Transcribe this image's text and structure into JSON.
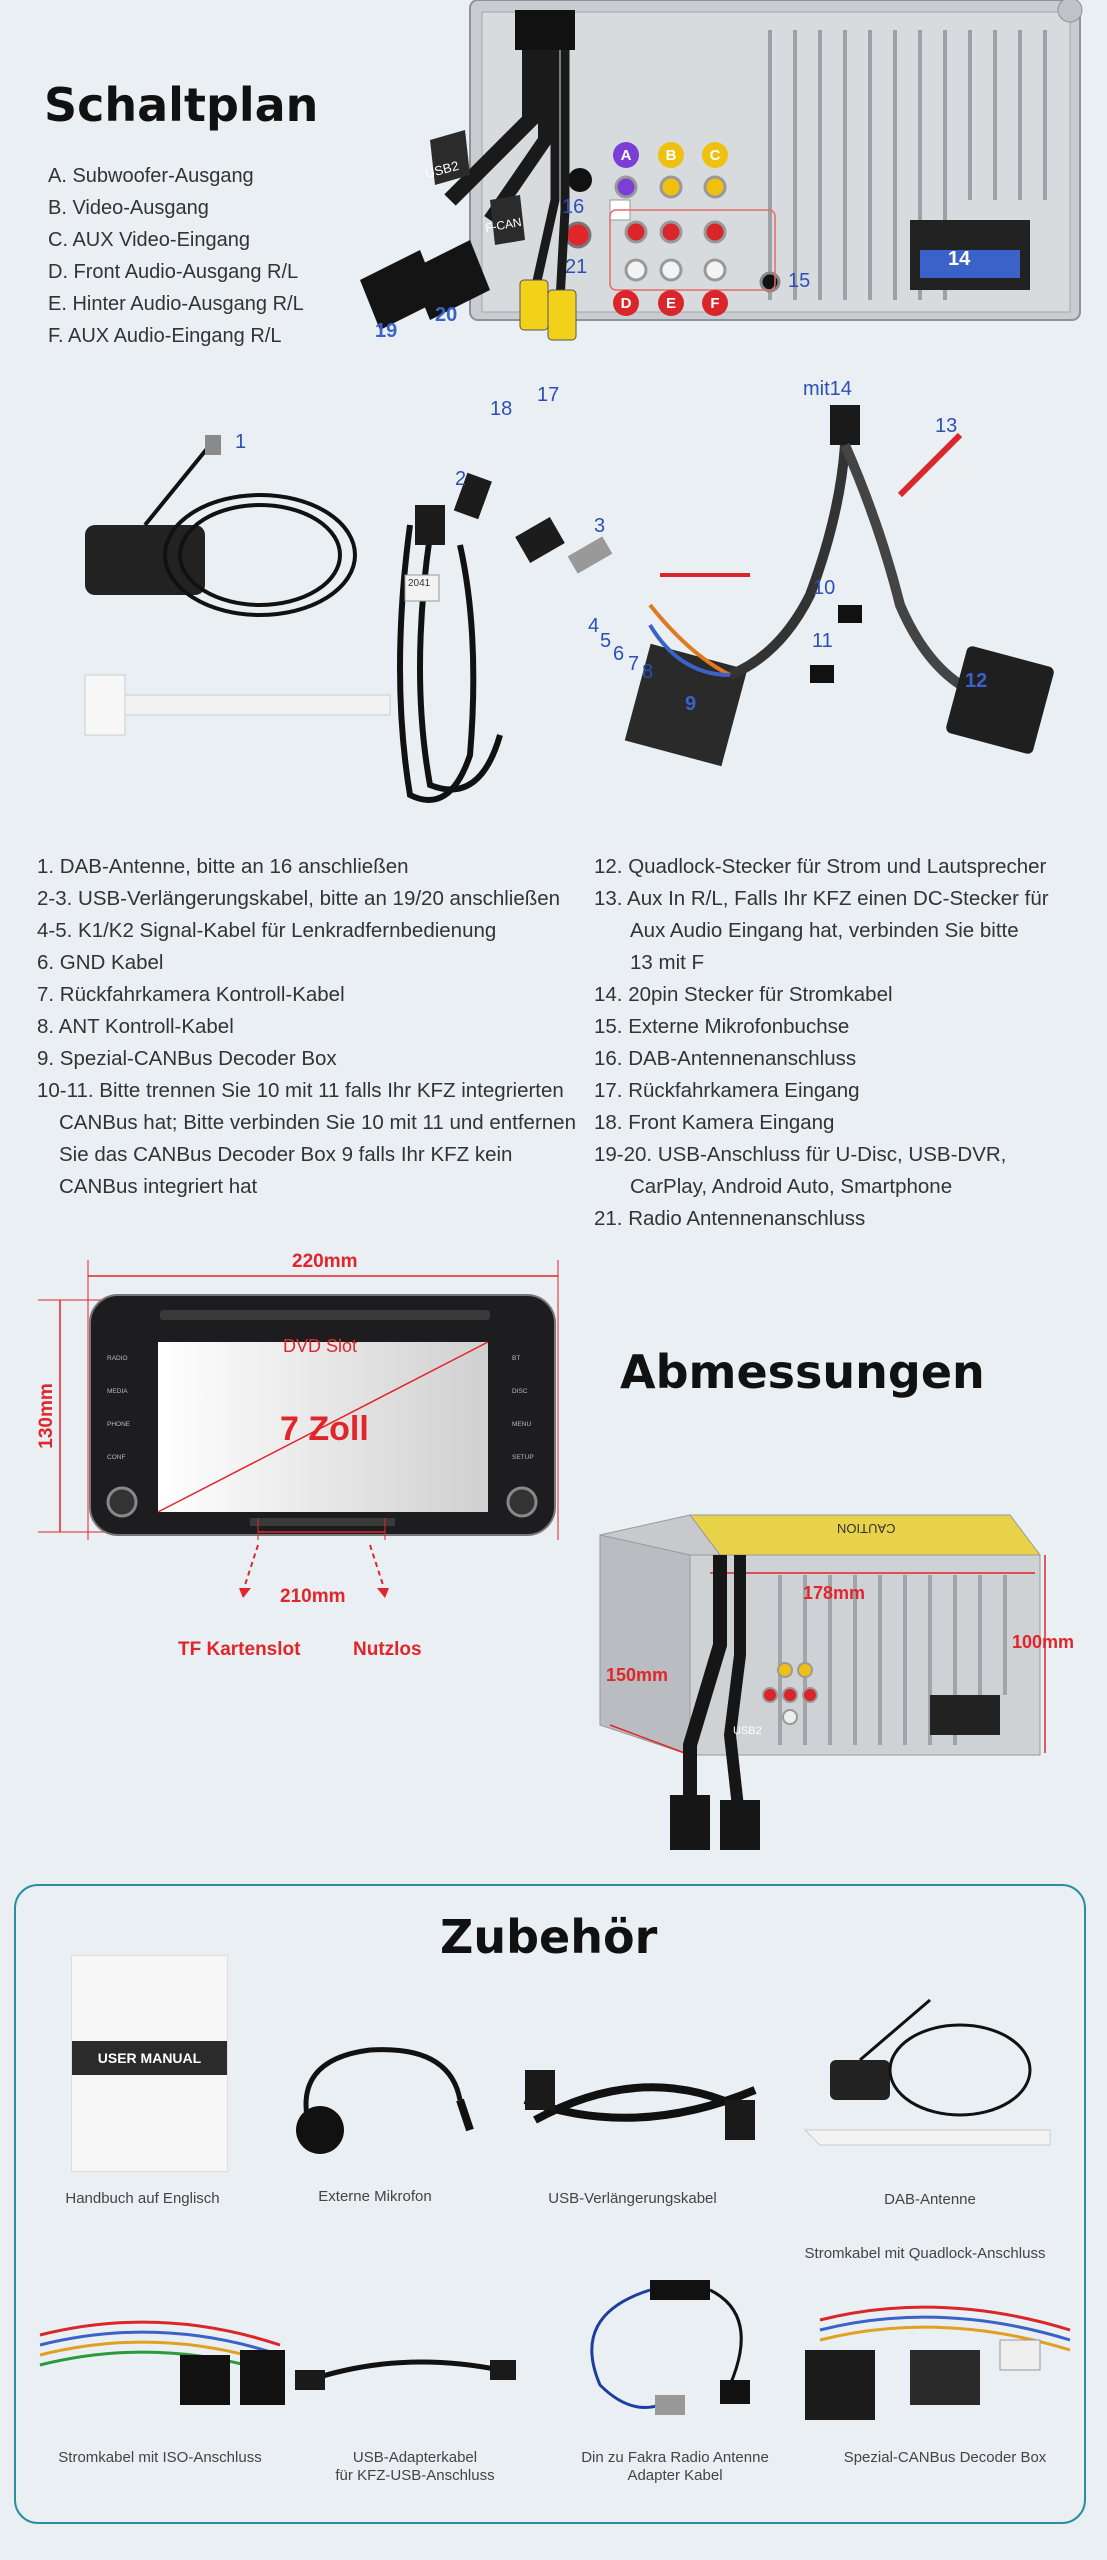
{
  "wiring": {
    "title": "Schaltplan",
    "outputs": [
      "A. Subwoofer-Ausgang",
      "B. Video-Ausgang",
      "C. AUX Video-Eingang",
      "D. Front Audio-Ausgang R/L",
      "E. Hinter Audio-Ausgang R/L",
      "F. AUX Audio-Eingang R/L"
    ],
    "unit_labels": {
      "usb2": "USB2",
      "fcan": "F-CAN",
      "n16": "16",
      "n21": "21",
      "n15": "15",
      "n14": "14",
      "n17": "17",
      "n18": "18",
      "n19": "19",
      "n20": "20",
      "A": "A",
      "B": "B",
      "C": "C",
      "D": "D",
      "E": "E",
      "F": "F"
    }
  },
  "parts_photo": {
    "mit14": "mit14",
    "n1": "1",
    "n2": "2",
    "n3": "3",
    "n4": "4",
    "n5": "5",
    "n6": "6",
    "n7": "7",
    "n8": "8",
    "n9": "9",
    "n10": "10",
    "n11": "11",
    "n12": "12",
    "n13": "13",
    "tag2041": "2041"
  },
  "notes_left": [
    {
      "first": "1. DAB-Antenne, bitte an 16 anschließen",
      "rest": []
    },
    {
      "first": "2-3. USB-Verlängerungskabel, bitte an 19/20 anschließen",
      "rest": []
    },
    {
      "first": "4-5. K1/K2 Signal-Kabel für Lenkradfernbedienung",
      "rest": []
    },
    {
      "first": "6. GND Kabel",
      "rest": []
    },
    {
      "first": "7. Rückfahrkamera Kontroll-Kabel",
      "rest": []
    },
    {
      "first": "8. ANT Kontroll-Kabel",
      "rest": []
    },
    {
      "first": "9. Spezial-CANBus Decoder Box",
      "rest": []
    },
    {
      "first": "10-11. Bitte trennen Sie 10 mit 11 falls Ihr KFZ integrierten",
      "rest": [
        "CANBus hat; Bitte verbinden Sie 10 mit 11 und entfernen",
        "Sie das CANBus Decoder Box 9 falls Ihr KFZ kein",
        "CANBus integriert hat"
      ]
    }
  ],
  "notes_right": [
    {
      "first": "12. Quadlock-Stecker für Strom und Lautsprecher",
      "rest": []
    },
    {
      "first": "13. Aux In R/L, Falls Ihr KFZ einen DC-Stecker für",
      "rest": [
        "Aux Audio Eingang hat, verbinden Sie bitte",
        "13 mit F"
      ]
    },
    {
      "first": "14. 20pin Stecker für Stromkabel",
      "rest": []
    },
    {
      "first": "15. Externe Mikrofonbuchse",
      "rest": []
    },
    {
      "first": "16. DAB-Antennenanschluss",
      "rest": []
    },
    {
      "first": "17. Rückfahrkamera Eingang",
      "rest": []
    },
    {
      "first": "18. Front Kamera Eingang",
      "rest": []
    },
    {
      "first": "19-20. USB-Anschluss für U-Disc, USB-DVR,",
      "rest": [
        "CarPlay, Android Auto, Smartphone"
      ]
    },
    {
      "first": "21. Radio Antennenanschluss",
      "rest": []
    }
  ],
  "dimensions": {
    "title": "Abmessungen",
    "width_top": "220mm",
    "height_left": "130mm",
    "dvd_slot": "DVD Slot",
    "screen_size": "7 Zoll",
    "bottom_width": "210mm",
    "tf_slot": "TF Kartenslot",
    "unused": "Nutzlos",
    "back_width": "178mm",
    "back_depth": "150mm",
    "back_height": "100mm",
    "caution": "CAUTION",
    "usb2": "USB2",
    "front_buttons_left": [
      "RADIO",
      "MEDIA",
      "PHONE",
      "CONF"
    ],
    "front_buttons_right": [
      "BT",
      "DISC",
      "MENU",
      "SETUP"
    ],
    "colors": {
      "accent": "#e0262a",
      "label_blue": "#2d4fb8"
    }
  },
  "accessories": {
    "title": "Zubehör",
    "manual_cover": "USER MANUAL",
    "items_row1": [
      {
        "label": "Handbuch auf Englisch"
      },
      {
        "label": "Externe Mikrofon"
      },
      {
        "label": "USB-Verlängerungskabel"
      },
      {
        "label": "DAB-Antenne"
      }
    ],
    "quadlock_caption": "Stromkabel mit Quadlock-Anschluss",
    "items_row2": [
      {
        "label": "Stromkabel mit ISO-Anschluss",
        "label2": ""
      },
      {
        "label": "USB-Adapterkabel",
        "label2": "für KFZ-USB-Anschluss"
      },
      {
        "label": "Din zu Fakra Radio Antenne",
        "label2": "Adapter Kabel"
      },
      {
        "label": "Spezial-CANBus Decoder Box",
        "label2": ""
      }
    ]
  }
}
